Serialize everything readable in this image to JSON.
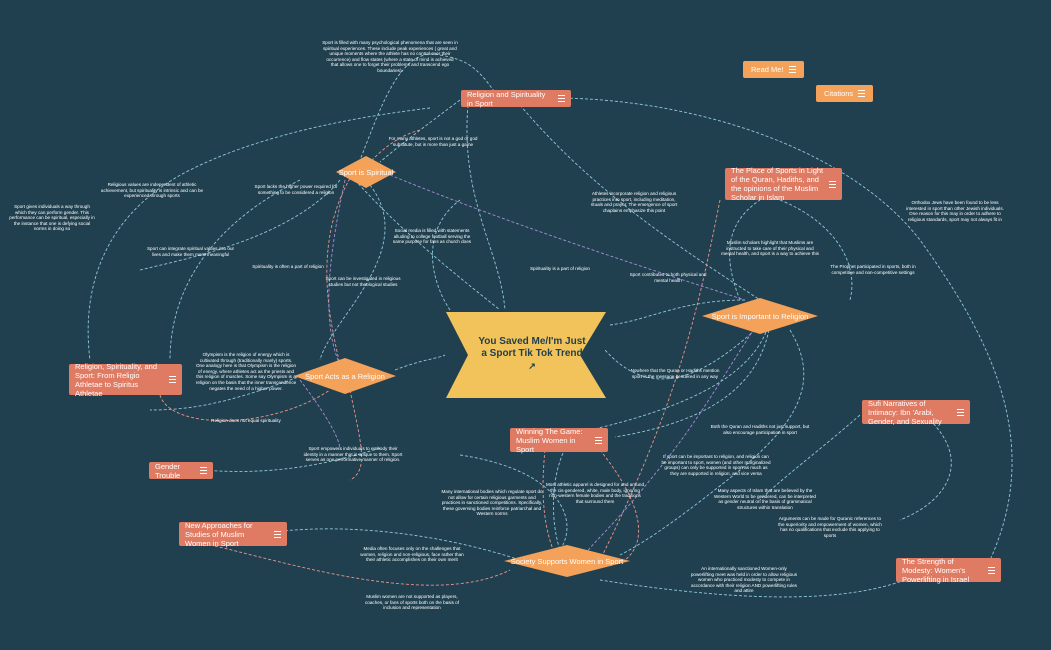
{
  "center": {
    "label": "You Saved Me/I'm Just a Sport Tik Tok Trend"
  },
  "diamonds": {
    "spiritual": "Sport is Spiritual",
    "acts_religion": "Sport Acts as a Religion",
    "important": "Sport is Important to Religion",
    "supports_women": "Society Supports Women in Sport"
  },
  "rect_nodes": {
    "religion_spirituality": "Religion and Spirituality in Sport",
    "place_of_sports": "The Place of Sports in Light of the Quran, Hadiths, and the opinions of the Muslim Scholar in Islam",
    "religion_athletae": "Religion, Spirituality, and Sport: From Religio Athletae to Spiritus Athletae",
    "gender_trouble": "Gender Trouble",
    "winning_game": "Winning The Game: Muslim Women in Sport",
    "new_approaches": "New Approaches for Studies of Muslim Women in Sport",
    "sufi": "Sufi Narratives of Intimacy: Ibn 'Arabi, Gender, and Sexuality",
    "modesty": "The Strength of Modesty: Women's Powerlifting in Israel"
  },
  "orange_nodes": {
    "read_me": "Read Me!",
    "citations": "Citations"
  },
  "notes": {
    "n_psych": "Sport is filled with many psychological phenomena that are seen in spiritual experiences. These include peak experiences ( great and unique moments where the athlete has no control over their occurrence) and flow states (where a state of mind is achieved that allows one to forget their problems and transcend ego boundaries).",
    "n_god": "For many athletes, sport is not a god or god substitute, but is more than just a game",
    "n_values": "Religious values are independent of athletic achievement, but spirituality is intrinsic and can be experienced through sports",
    "n_higher": "Sport lacks the higher power required for something to be considered a religion",
    "n_gender": "Sport gives individuals a way through which they can perform gender. This performance can be spiritual, especially in the instance that one is defying social norms in doing so",
    "n_integrate": "Sport can integrate spiritual values into our lives and make them more meaningful",
    "n_often": "Spirituality is often a part of religion",
    "n_investigated": "Sport can be investigated in religious studies but not theological studies",
    "n_social": "Social media is filled with statements alluding to college football serving the same purpose for fans as church does",
    "n_partof": "Spirituality is a part of religion",
    "n_incorporate": "Athletes incorporate religion and religious practices into sport, including meditation, rituals and prayer. The emergence of sport chaplains emphasize this point",
    "n_orthodox": "Orthodox Jews have been found to be less interested in sport than other Jewish individuals. One reason for this may in order to adhere to religious standards, sport may not always fit in",
    "n_scholars": "Muslim scholars highlight that Muslims are instructed to take care of their physical and mental health, and sport is a way to achieve this",
    "n_contributes": "Sport contributes to both physical and mental health",
    "n_prophet": "The Prophet participated in sports, both in competitive and non-competitive settings",
    "n_olympism": "Olympism is the religion of energy which is cultivated through (traditionally manly) sports. One analogy here is that Olympism is the religion of energy, where athletes act as the priests and this religion of muscles. Some say Olympism is a religion on the basis that the inner transcendence negates the need of a higher power.",
    "n_nowhere": "Nowhere that the Quran or Hadiths mention sport is the message gendered in any way",
    "n_notequal": "Religion does not equal spirituality",
    "n_empowers": "Sport empowers individuals to embody their identity in a manner that is unique to them. Sport serves as one performative manner of religion.",
    "n_both": "Both the Quran and Hadiths not just support, but also encourage participation in sport",
    "n_if": "If sport can be important to religion, and religion can be important to sport, women (and other marginalized groups) can only be supported in sport as much as they are supported in religion, and vice versa",
    "n_intl": "Many international bodies which regulate sport do not allow for certain religious garments and practices in sanctioned competitions. Specifically, these governing bodies reinforce patriarchal and Western norms",
    "n_attire": "Most athletic apparel is designed for and around the cis-gendered, white, male body, ignoring non-western female bodies and the traditions that surround them",
    "n_aspects": "Many aspects of Islam that are believed by the Western World to be gendered, can be interpreted as gender neutral on the basis of grammatical structures within translation",
    "n_quranic": "Arguments can be made for Quranic references to the superiority and empowerment of women, which has no qualifications that exclude this applying to sports",
    "n_media": "Media often focuses only on the challenges that women, religion and non-religious, face rather than their athletic accomplishes on their own merit",
    "n_players": "Muslim women are not supported as players, coaches, or fans of sports both on the basis of inclusion and representation",
    "n_powerlifting": "An internationally sanctioned Women-only powerlifting meet was held in order to allow religious women who practiced modesty to compete in accordance with their religion AND powerlifting rules and attire"
  },
  "colors": {
    "background": "#21404f",
    "node_red": "#e07b63",
    "node_orange": "#f4a259",
    "center": "#f2c35b",
    "edge_blue": "#8fc8dc",
    "edge_pink": "#e8958a",
    "edge_purple": "#a88bd6"
  }
}
